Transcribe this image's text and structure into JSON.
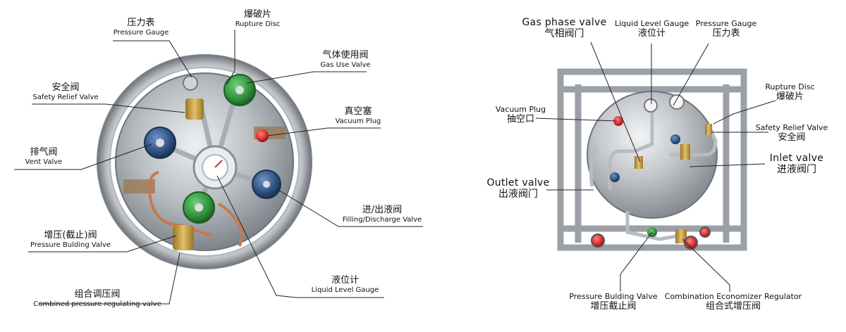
{
  "left_diagram": {
    "labels": [
      {
        "key": "pressure_gauge",
        "zh": "压力表",
        "en": "Pressure Gauge"
      },
      {
        "key": "rupture_disc",
        "zh": "爆破片",
        "en": "Rupture Disc"
      },
      {
        "key": "gas_use_valve",
        "zh": "气体使用阀",
        "en": "Gas Use Valve"
      },
      {
        "key": "safety_relief_valve",
        "zh": "安全阀",
        "en": "Safety Relief Valve"
      },
      {
        "key": "vacuum_plug",
        "zh": "真空塞",
        "en": "Vacuum Plug"
      },
      {
        "key": "vent_valve",
        "zh": "排气阀",
        "en": "Vent Valve"
      },
      {
        "key": "filling_discharge_valve",
        "zh": "进/出液阀",
        "en": "Filling/Discharge Valve"
      },
      {
        "key": "pressure_building_valve",
        "zh": "增压(截止)阀",
        "en": "Pressure Bulding Valve"
      },
      {
        "key": "liquid_level_gauge",
        "zh": "液位计",
        "en": "Liquid Level Gauge"
      },
      {
        "key": "combined_regulating_valve",
        "zh": "组合调压阀",
        "en": "Combined pressure regulating valve"
      }
    ]
  },
  "right_diagram": {
    "labels": [
      {
        "key": "gas_phase_valve",
        "zh": "气相阀门",
        "en": "Gas phase valve"
      },
      {
        "key": "liquid_level_gauge",
        "zh": "液位计",
        "en": "Liquid Level Gauge"
      },
      {
        "key": "pressure_gauge",
        "zh": "压力表",
        "en": "Pressure Gauge"
      },
      {
        "key": "rupture_disc",
        "zh": "爆破片",
        "en": "Rupture Disc"
      },
      {
        "key": "vacuum_plug",
        "zh": "抽空口",
        "en": "Vacuum Plug"
      },
      {
        "key": "safety_relief_valve",
        "zh": "安全阀",
        "en": "Safety Relief Valve"
      },
      {
        "key": "inlet_valve",
        "zh": "进液阀门",
        "en": "Inlet valve"
      },
      {
        "key": "outlet_valve",
        "zh": "出液阀门",
        "en": "Outlet valve"
      },
      {
        "key": "pressure_building_valve",
        "zh": "增压截止阀",
        "en": "Pressure Bulding Valve"
      },
      {
        "key": "combination_economizer_regulator",
        "zh": "组合式增压阀",
        "en": "Combination Economizer Regulator"
      }
    ]
  },
  "colors": {
    "steel": "#c9ccd0",
    "steel_dark": "#8e9399",
    "green_handwheel": "#2f8f3a",
    "blue_handwheel": "#2c4f7e",
    "red_plug": "#d42a2a",
    "brass": "#c89a3a",
    "copper": "#c9784a",
    "frame": "#9aa0a6"
  }
}
